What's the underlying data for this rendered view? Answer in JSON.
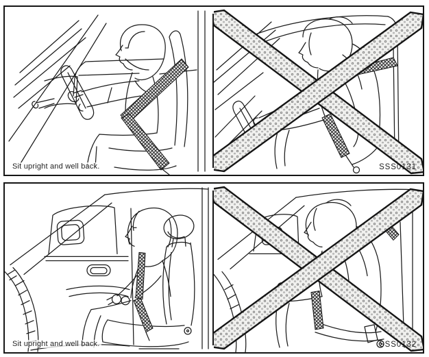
{
  "colors": {
    "background": "#ffffff",
    "line": "#1b1b1b",
    "panel_border": "#151515"
  },
  "panels": [
    {
      "caption": "Sit upright and well back.",
      "code": "SSS0131"
    },
    {
      "caption": "Sit upright and well back.",
      "code": "SSS0132"
    }
  ]
}
